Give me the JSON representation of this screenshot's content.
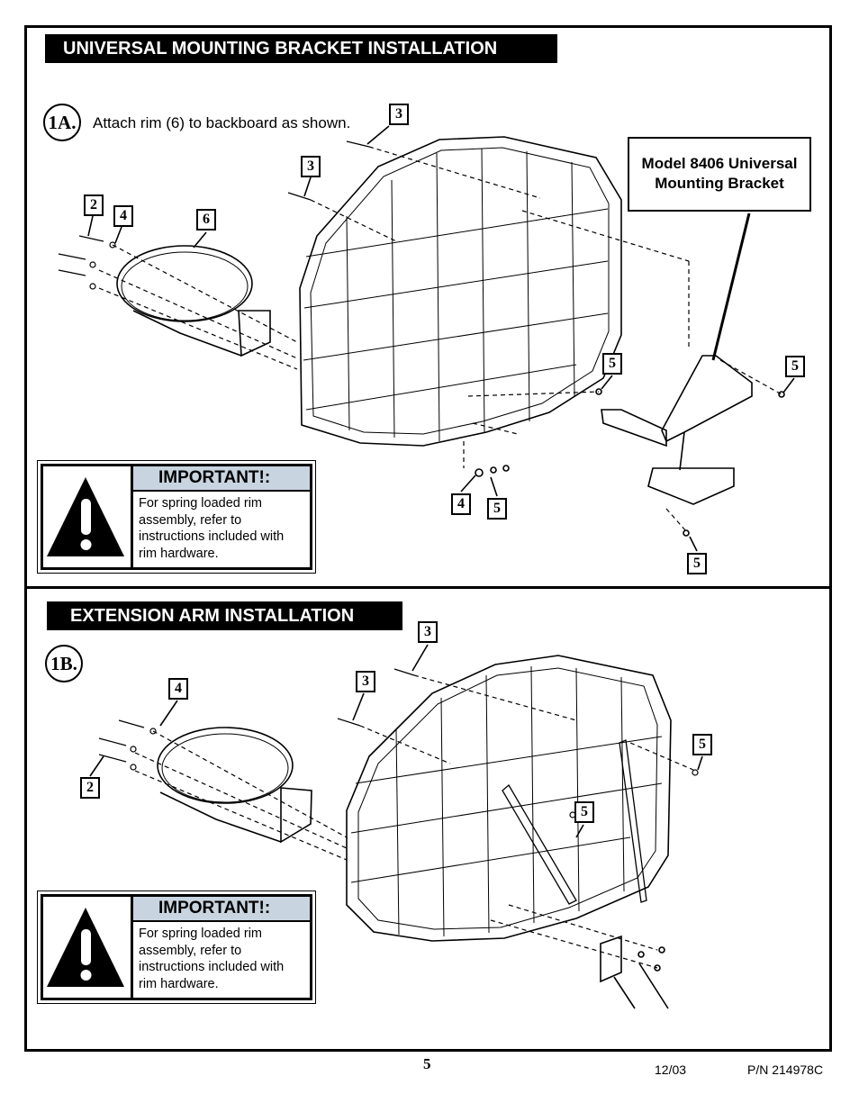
{
  "section_a": {
    "title": "UNIVERSAL MOUNTING BRACKET INSTALLATION",
    "step": "1A.",
    "instruction": "Attach rim (6) to backboard as shown.",
    "model_box": [
      "Model 8406 Universal",
      "Mounting Bracket"
    ],
    "callouts": [
      "3",
      "3",
      "2",
      "4",
      "6",
      "5",
      "5",
      "4",
      "5",
      "5"
    ],
    "important": {
      "heading": "IMPORTANT!:",
      "lines": [
        "For spring loaded rim",
        "assembly, refer to",
        "instructions included with",
        "rim hardware."
      ]
    }
  },
  "section_b": {
    "title": "EXTENSION ARM INSTALLATION",
    "step": "1B.",
    "callouts": [
      "3",
      "3",
      "4",
      "2",
      "5",
      "5"
    ],
    "important": {
      "heading": "IMPORTANT!:",
      "lines": [
        "For spring loaded rim",
        "assembly, refer to",
        "instructions included with",
        "rim hardware."
      ]
    }
  },
  "footer": {
    "page": "5",
    "date": "12/03",
    "part_number": "P/N 214978C"
  }
}
